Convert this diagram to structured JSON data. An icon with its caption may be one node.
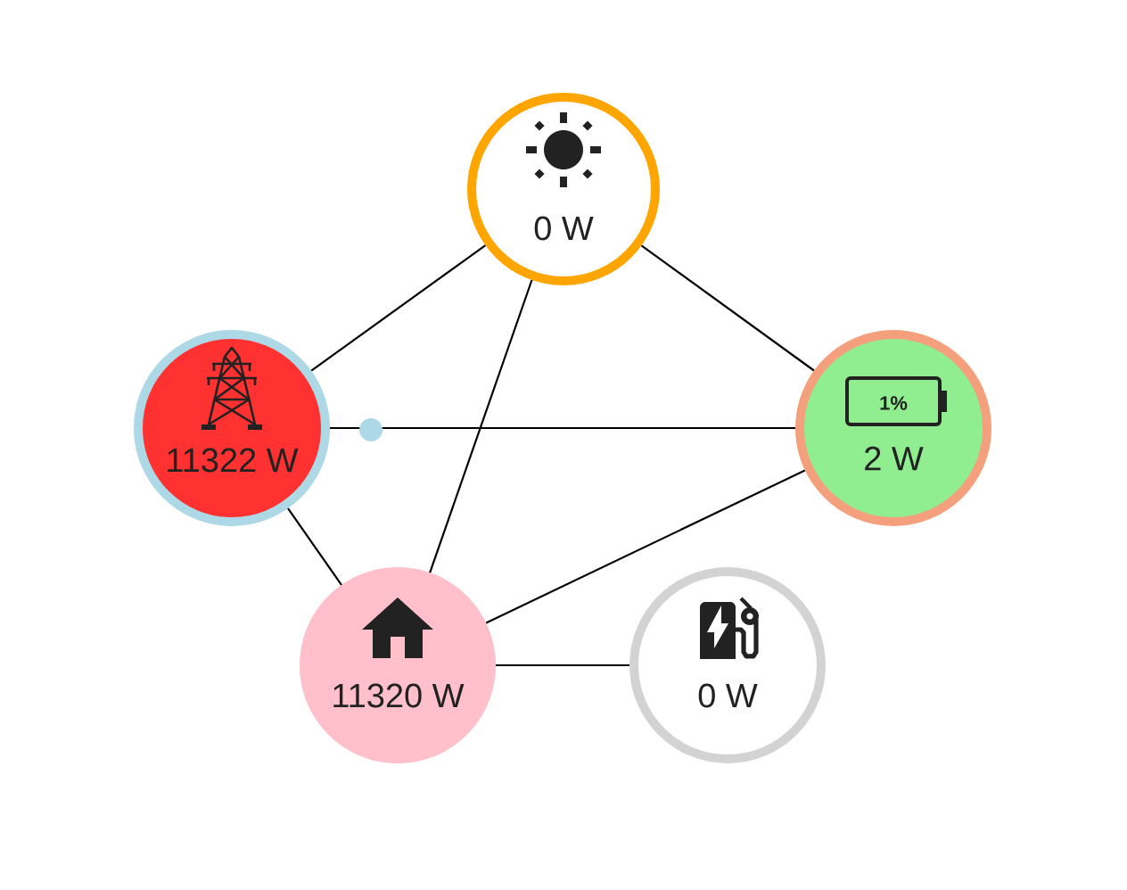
{
  "diagram": {
    "nodes": [
      {
        "text": [
          "0 W"
        ]
      },
      {
        "text": [
          "11322 W"
        ]
      },
      {
        "text": [
          "1%",
          "2 W"
        ]
      },
      {
        "text": [
          "11320 W"
        ]
      },
      {
        "text": [
          "0 W"
        ]
      }
    ],
    "edges": [
      {
        "from": 0,
        "to": 1,
        "arrow": "none"
      },
      {
        "from": 0,
        "to": 2,
        "arrow": "none"
      },
      {
        "from": 0,
        "to": 3,
        "arrow": "none"
      },
      {
        "from": 1,
        "to": 2,
        "arrow": "none"
      },
      {
        "from": 1,
        "to": 3,
        "arrow": "none"
      },
      {
        "from": 2,
        "to": 3,
        "arrow": "none"
      },
      {
        "from": 3,
        "to": 4,
        "arrow": "none"
      }
    ]
  }
}
